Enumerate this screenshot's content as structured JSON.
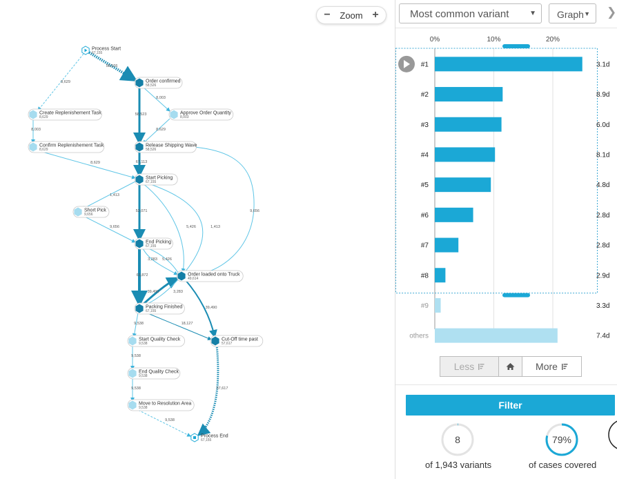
{
  "zoom": {
    "label": "Zoom",
    "minus": "−",
    "plus": "+"
  },
  "process_map": {
    "nodes": [
      {
        "id": "process-start",
        "label": "Process Start",
        "count": "67,155",
        "type": "start"
      },
      {
        "id": "order-confirmed",
        "label": "Order confirmed",
        "count": "58,526",
        "type": "main"
      },
      {
        "id": "create-replenishment-task",
        "label": "Create Replenishement Task",
        "count": "8,629",
        "type": "light"
      },
      {
        "id": "approve-order-quantity",
        "label": "Approve Order Quantity",
        "count": "8,003",
        "type": "light"
      },
      {
        "id": "confirm-replenishment-task",
        "label": "Confirm Replenishement Task",
        "count": "8,629",
        "type": "light"
      },
      {
        "id": "release-shipping-wave",
        "label": "Release Shipping Wave",
        "count": "58,526",
        "type": "main"
      },
      {
        "id": "start-picking",
        "label": "Start Picking",
        "count": "67,155",
        "type": "main"
      },
      {
        "id": "short-pick",
        "label": "Short Pick",
        "count": "9,656",
        "type": "light"
      },
      {
        "id": "end-picking",
        "label": "End Picking",
        "count": "67,155",
        "type": "main"
      },
      {
        "id": "order-loaded-onto-truck",
        "label": "Order loaded onto Truck",
        "count": "49,614",
        "type": "main"
      },
      {
        "id": "packing-finished",
        "label": "Packing Finished",
        "count": "67,155",
        "type": "main"
      },
      {
        "id": "start-quality-check",
        "label": "Start Quality Check",
        "count": "9,538",
        "type": "light"
      },
      {
        "id": "cut-off-time-past",
        "label": "Cut-Off time past",
        "count": "57,617",
        "type": "main"
      },
      {
        "id": "end-quality-check",
        "label": "End Quality Check",
        "count": "9,538",
        "type": "light"
      },
      {
        "id": "move-to-resolution-area",
        "label": "Move to Resolution Area",
        "count": "9,538",
        "type": "light"
      },
      {
        "id": "process-end",
        "label": "Process End",
        "count": "67,155",
        "type": "end"
      }
    ],
    "edge_labels": [
      "58,526",
      "8,629",
      "8,003",
      "58,523",
      "8,003",
      "8,629",
      "8,629",
      "67,113",
      "9,656",
      "1,413",
      "53,071",
      "9,656",
      "5,426",
      "1,413",
      "3,283",
      "5,426",
      "63,872",
      "39,490",
      "3,283",
      "39,490",
      "9,538",
      "18,127",
      "9,538",
      "9,538",
      "57,617",
      "9,538"
    ]
  },
  "panel": {
    "variant_select": "Most common variant",
    "graph_button": "Graph",
    "chart_data": {
      "type": "bar",
      "orientation": "horizontal",
      "x_ticks": [
        "0%",
        "10%",
        "20%"
      ],
      "xlim": [
        0,
        25
      ],
      "categories": [
        "#1",
        "#2",
        "#3",
        "#4",
        "#5",
        "#6",
        "#7",
        "#8",
        "#9",
        "others"
      ],
      "values": [
        25.0,
        11.5,
        11.3,
        10.2,
        9.5,
        6.5,
        4.0,
        1.8,
        1.0,
        20.8
      ],
      "durations": [
        "3.1d",
        "8.9d",
        "6.0d",
        "8.1d",
        "4.8d",
        "2.8d",
        "2.8d",
        "2.9d",
        "3.3d",
        "7.4d"
      ],
      "selected_count": 8
    },
    "pager": {
      "less": "Less",
      "more": "More"
    },
    "filter_button": "Filter",
    "stats": [
      {
        "value": "8",
        "label": "of 1,943 variants",
        "fraction": 0.0041
      },
      {
        "value": "79%",
        "label": "of cases covered",
        "fraction": 0.79
      }
    ]
  }
}
